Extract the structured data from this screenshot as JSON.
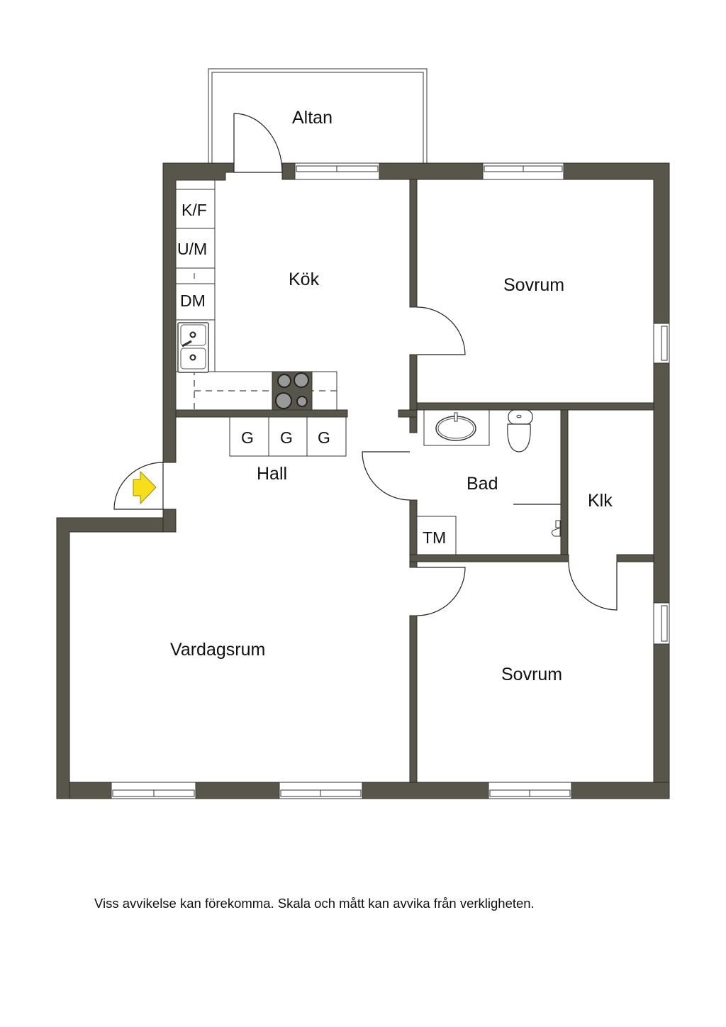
{
  "floorplan": {
    "colors": {
      "wall": "#58554a",
      "entrance_arrow": "#f6de1a",
      "stove": "#58554a",
      "background": "#ffffff"
    },
    "rooms": {
      "altan": "Altan",
      "kok": "Kök",
      "sovrum_top": "Sovrum",
      "hall": "Hall",
      "bad": "Bad",
      "klk": "Klk",
      "vardagsrum": "Vardagsrum",
      "sovrum_bottom": "Sovrum"
    },
    "fixtures": {
      "fridge_freezer": "K/F",
      "oven_microwave": "U/M",
      "dishwasher": "DM",
      "wardrobe_1": "G",
      "wardrobe_2": "G",
      "wardrobe_3": "G",
      "washing_machine": "TM"
    },
    "icons": {
      "entrance": "entrance-arrow-icon",
      "sink": "double-sink-icon",
      "stove": "stove-icon",
      "washbasin": "washbasin-icon",
      "toilet": "toilet-icon",
      "shower": "shower-icon"
    }
  },
  "footer": {
    "disclaimer": "Viss avvikelse kan förekomma. Skala och mått kan avvika från verkligheten."
  }
}
